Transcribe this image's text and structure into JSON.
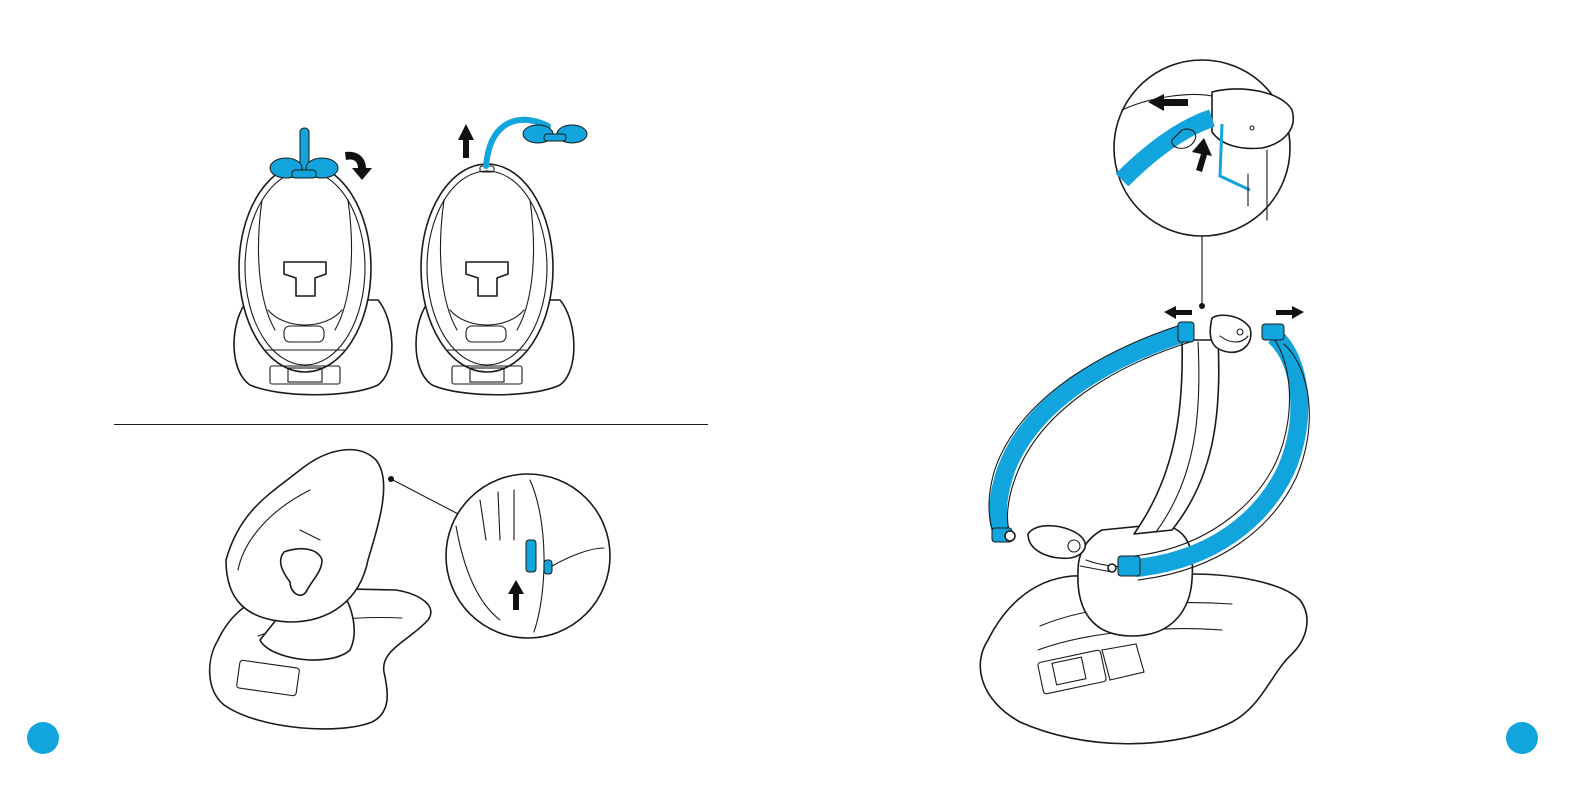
{
  "colors": {
    "accent": "#12a5dd",
    "line": "#1a1a1a",
    "background": "#ffffff"
  },
  "icons": {
    "page_marker_left": "filled-circle",
    "page_marker_right": "filled-circle",
    "direction_arrows": "black-arrow"
  }
}
